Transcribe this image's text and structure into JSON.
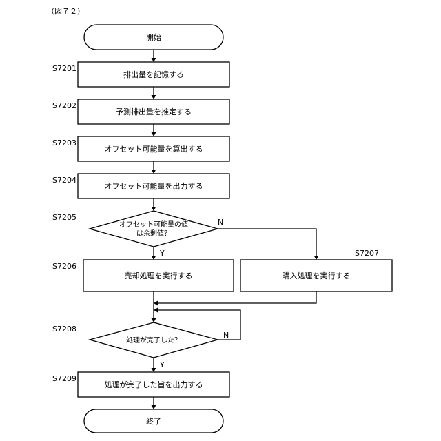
{
  "figure_label": "（図７２）",
  "start": "開始",
  "end": "終了",
  "steps": [
    {
      "id": "S7201",
      "text": "排出量を記憶する"
    },
    {
      "id": "S7202",
      "text": "予測排出量を推定する"
    },
    {
      "id": "S7203",
      "text": "オフセット可能量を算出する"
    },
    {
      "id": "S7204",
      "text": "オフセット可能量を出力する"
    },
    {
      "id": "S7205",
      "line1": "オフセット可能量の値",
      "line2": "は余剰値？",
      "yes": "Y",
      "no": "N"
    },
    {
      "id": "S7206",
      "text": "売却処理を実行する"
    },
    {
      "id": "S7207",
      "text": "購入処理を実行する"
    },
    {
      "id": "S7208",
      "text": "処理が完了した？",
      "yes": "Y",
      "no": "N"
    },
    {
      "id": "S7209",
      "text": "処理が完了した旨を出力する"
    }
  ]
}
